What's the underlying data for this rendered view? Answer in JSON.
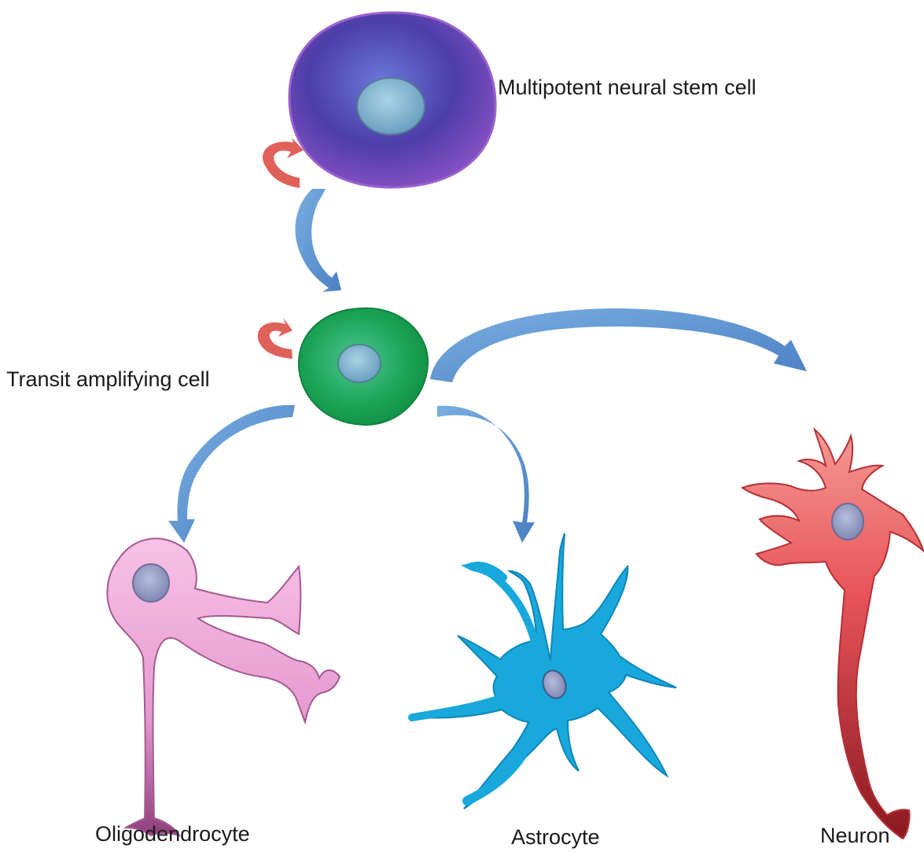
{
  "labels": {
    "stem_cell": "Multipotent neural stem cell",
    "transit_cell": "Transit amplifying cell",
    "oligodendrocyte": "Oligodendrocyte",
    "astrocyte": "Astrocyte",
    "neuron": "Neuron"
  },
  "colors": {
    "stem_cell": "#5a45b0",
    "stem_cell_edge": "#8a55c4",
    "transit_cell": "#1fa55a",
    "oligodendrocyte": "#f0a8d8",
    "oligodendrocyte_dark": "#9a4a88",
    "astrocyte": "#19a8dc",
    "neuron": "#ea6a68",
    "neuron_dark": "#9a1e24",
    "nucleus": "#8fbcd4",
    "differentiation_arrow": "#5b90d0",
    "self_renewal_arrow": "#e0605a"
  }
}
